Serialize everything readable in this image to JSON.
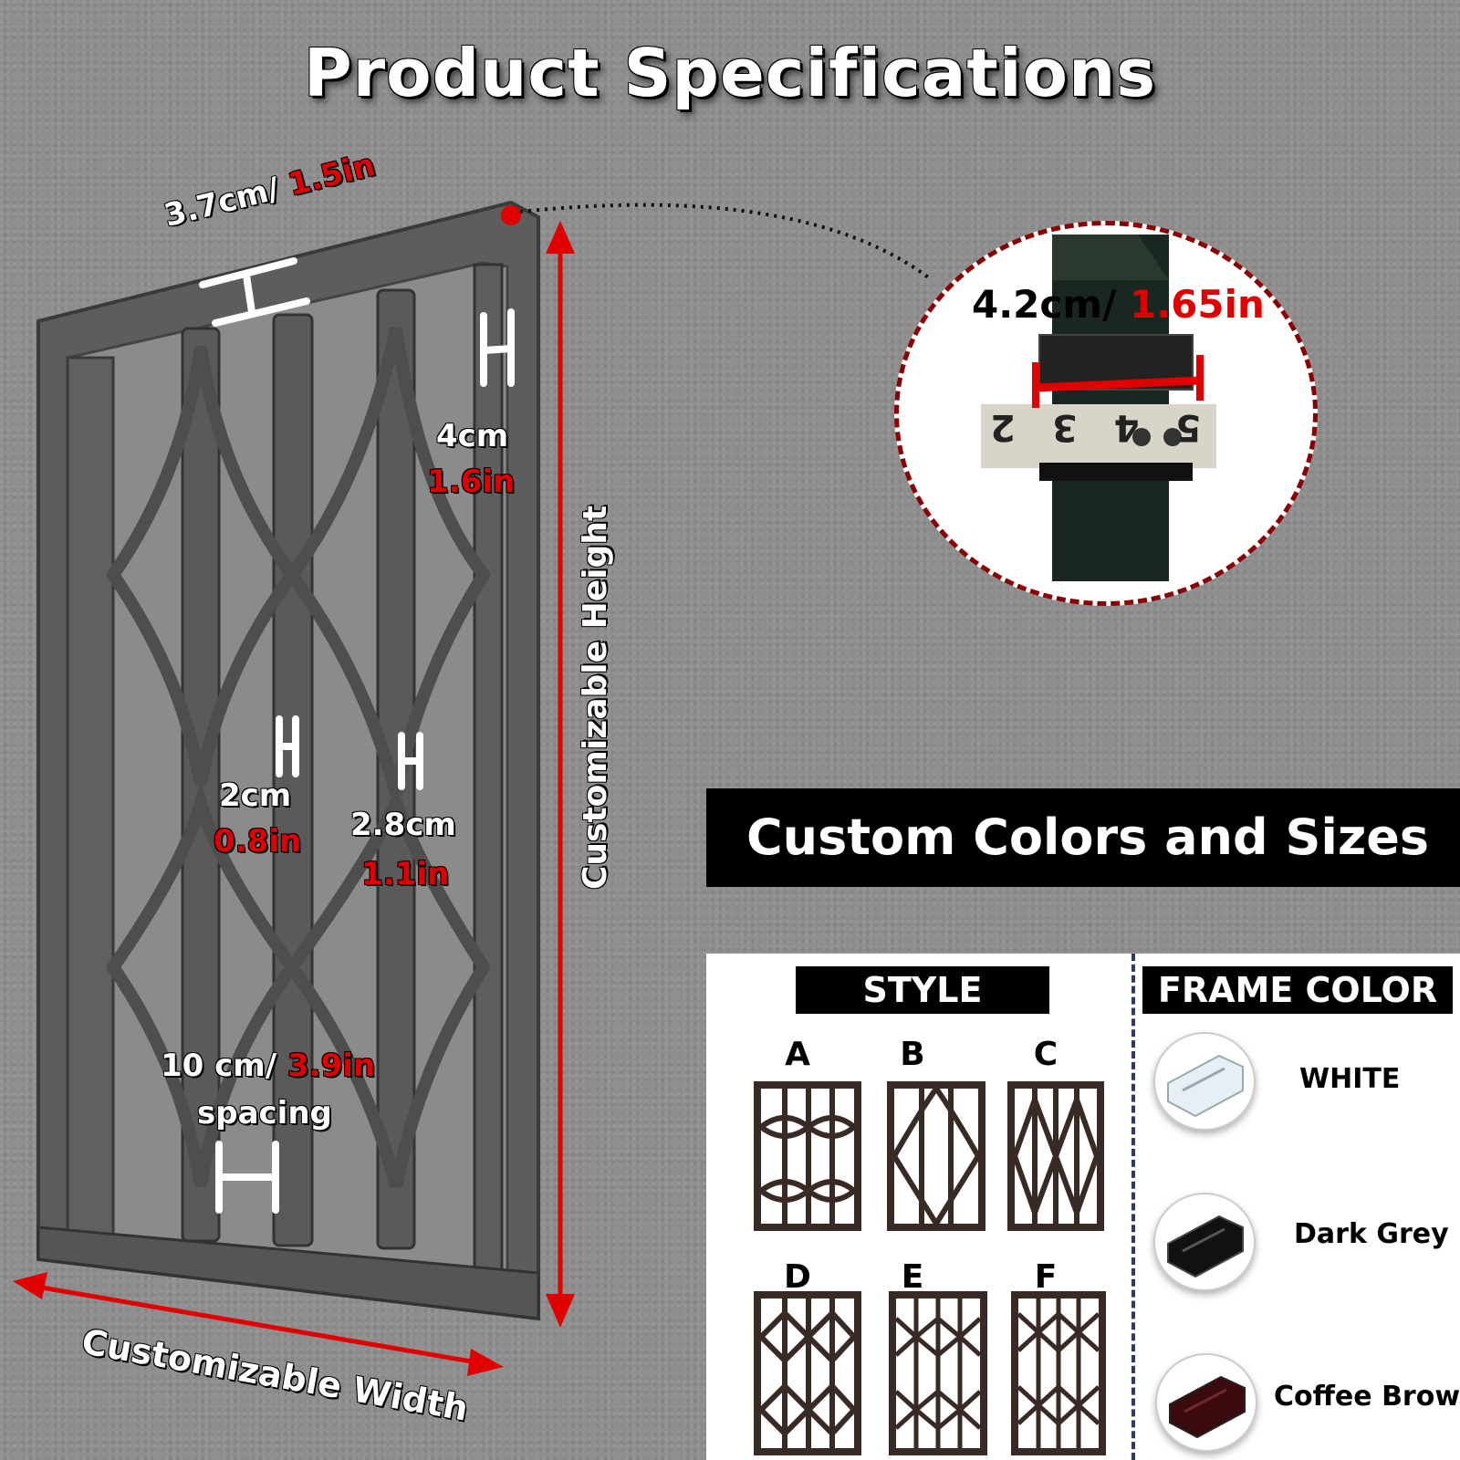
{
  "title": "Product Specifications",
  "measurements": {
    "top_width_cm": "3.7cm/ ",
    "top_width_in": "1.5in",
    "side_cm": "4cm",
    "side_in": "1.6in",
    "bar_cm": "2cm",
    "bar_in": "0.8in",
    "bar2_cm": "2.8cm",
    "bar2_in": "1.1in",
    "spacing_cm": "10 cm/ ",
    "spacing_in": "3.9in",
    "spacing_word": "spacing",
    "height_label": "Customizable Height",
    "width_label": "Customizable Width",
    "zoom_cm": "4.2cm/ ",
    "zoom_in": "1.65in",
    "tape_numbers": [
      "5",
      "4",
      "3",
      "2"
    ]
  },
  "custom_banner": "Custom Colors and Sizes",
  "style": {
    "header": "STYLE",
    "letters": [
      "A",
      "B",
      "C",
      "D",
      "E",
      "F"
    ]
  },
  "frame_color": {
    "header": "FRAME COLOR",
    "options": [
      {
        "name": "WHITE",
        "hex": "#e8eef5"
      },
      {
        "name": "Dark Grey",
        "hex": "#111111"
      },
      {
        "name": "Coffee Brown",
        "hex": "#3a0a0e"
      }
    ]
  },
  "colors": {
    "accent_red": "#e00000",
    "dashed_circle": "#8b0000",
    "style_frame": "#3a2a26"
  }
}
